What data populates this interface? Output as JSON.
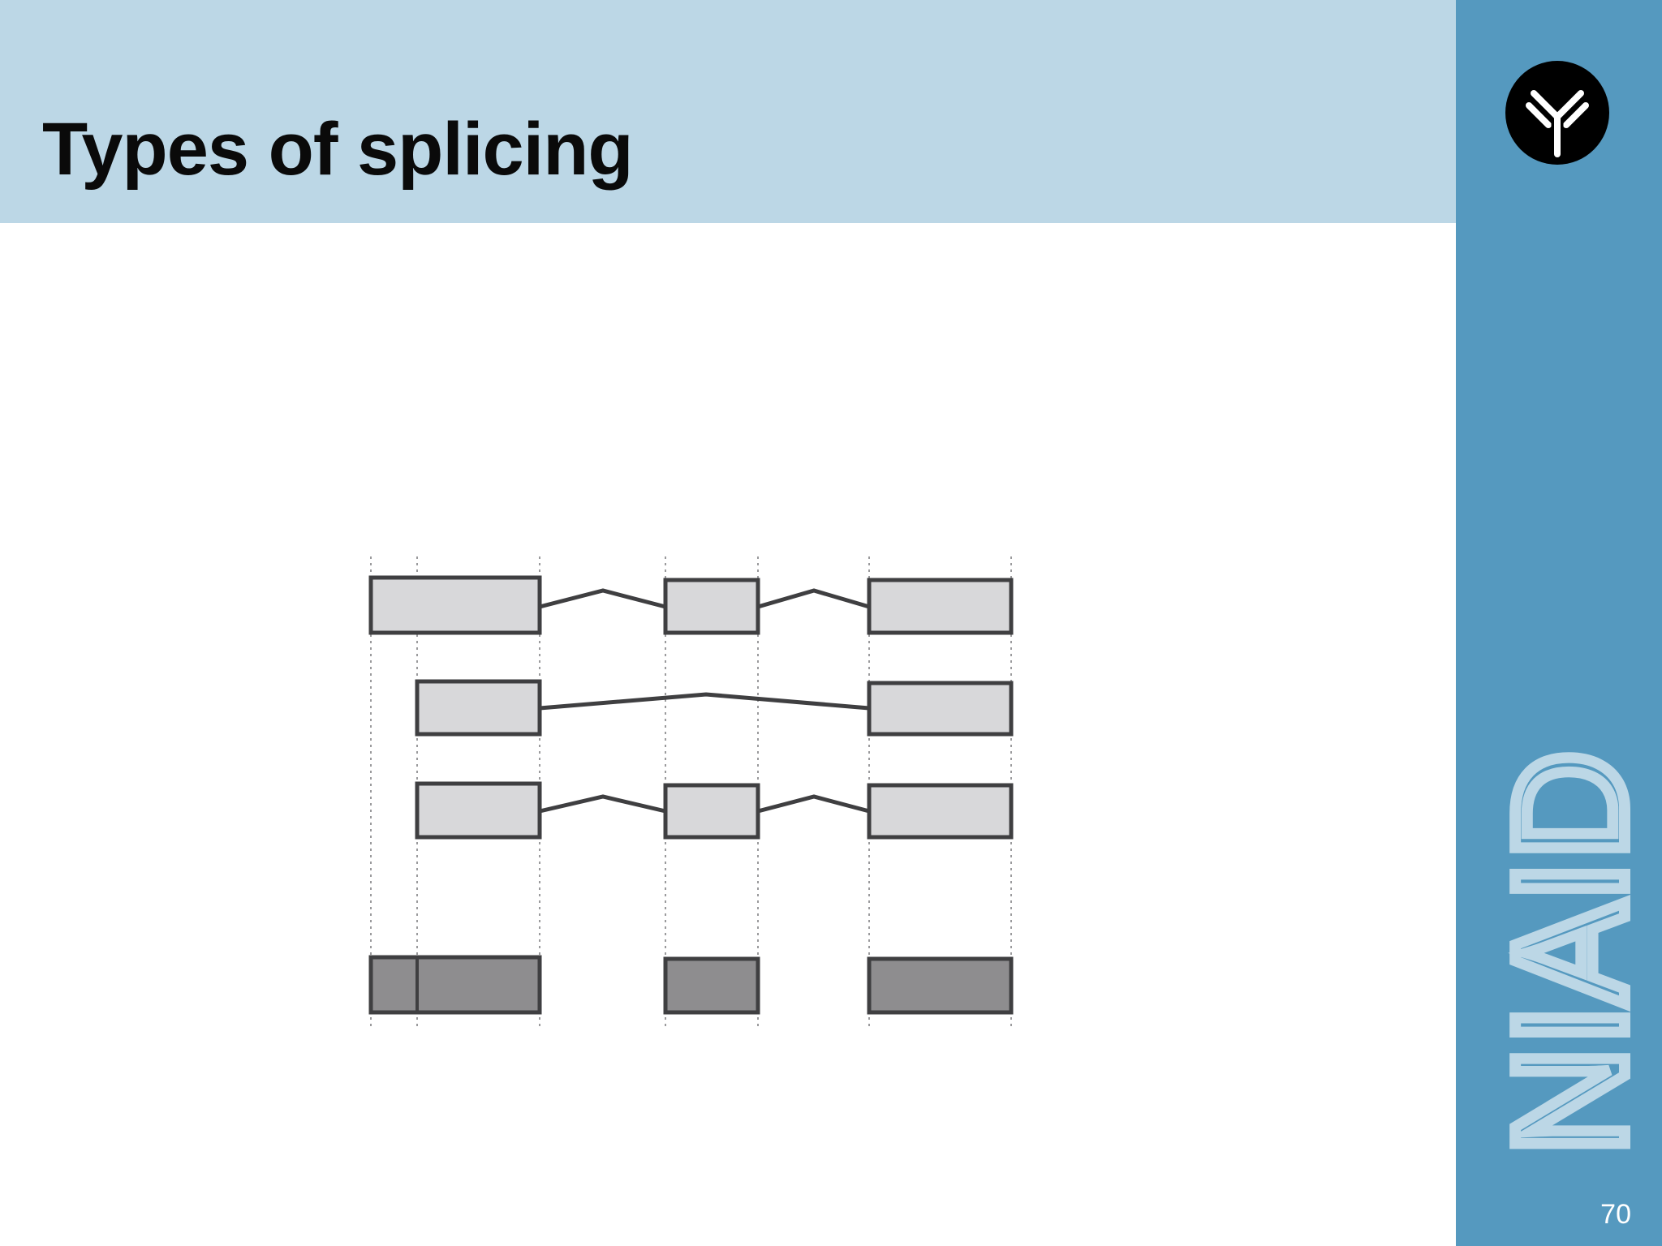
{
  "slide": {
    "title": "Types of splicing",
    "page_number": "70"
  },
  "branding": {
    "wordmark": "NIAID",
    "logo_icon": "antibody-icon",
    "colors": {
      "title_band": "#bcd7e6",
      "side_bar": "#5599bf",
      "wordmark": "#bcd7e6"
    }
  },
  "diagram": {
    "exon_light_color": "#d8d8da",
    "exon_dark_color": "#8e8d8f",
    "outline_color": "#3f3f41",
    "rows": [
      {
        "variant": "alternative first exon: exon 1 long, exon 2 included",
        "exons": [
          "exon-1-long",
          "exon-2",
          "exon-3"
        ]
      },
      {
        "variant": "exon 2 skipped",
        "exons": [
          "exon-1-short",
          "exon-3"
        ]
      },
      {
        "variant": "exon 2 included",
        "exons": [
          "exon-1-short",
          "exon-2",
          "exon-3"
        ]
      },
      {
        "variant": "genomic exons",
        "exons": [
          "exon-1-long",
          "exon-2",
          "exon-3"
        ]
      }
    ]
  }
}
